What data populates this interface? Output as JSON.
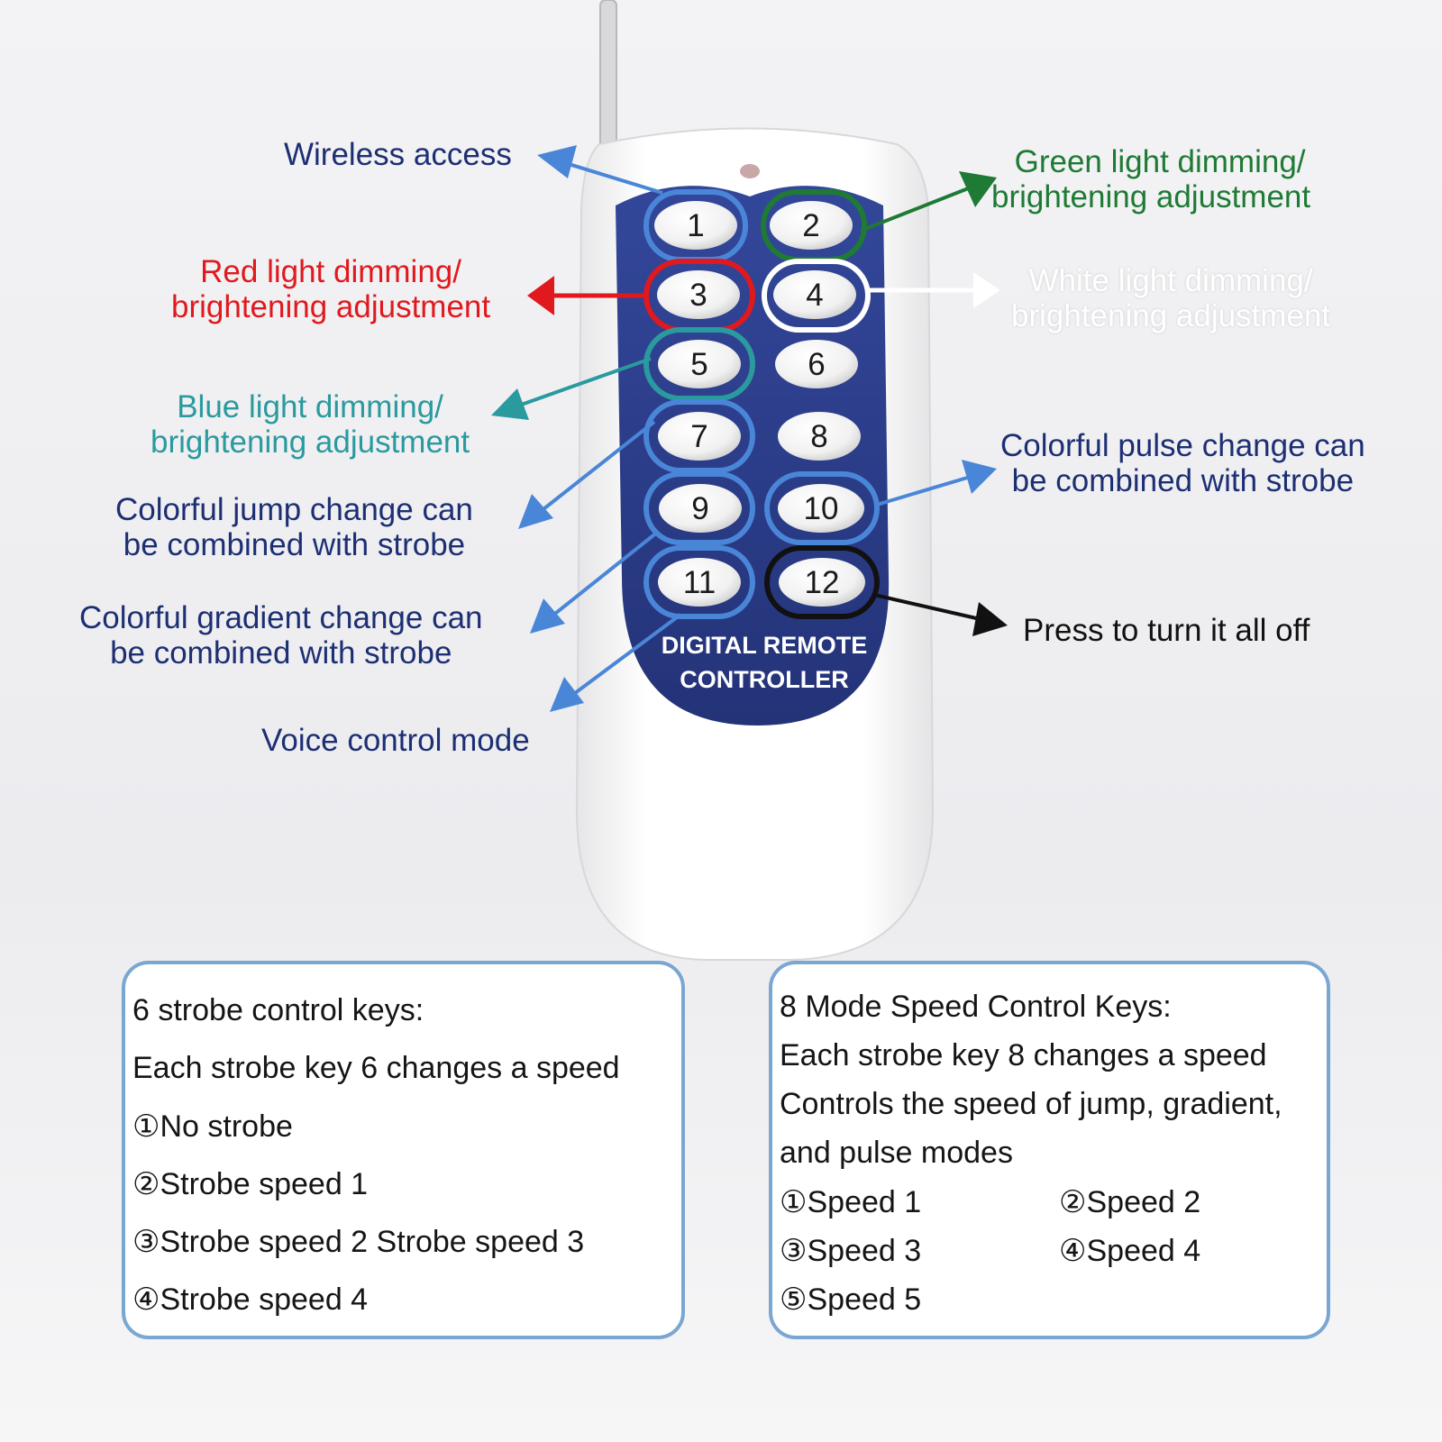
{
  "colors": {
    "navy_text": "#1d2f73",
    "red": "#e0191e",
    "green": "#1e7a34",
    "white": "#ffffff",
    "teal": "#2a9a9e",
    "blue_arrow": "#4a86d8",
    "black": "#111111",
    "remote_panel": "#2d3d8c",
    "box_border": "#7aa6d2"
  },
  "remote": {
    "brand_line1": "DIGITAL REMOTE",
    "brand_line2": "CONTROLLER",
    "keys": [
      "1",
      "2",
      "3",
      "4",
      "5",
      "6",
      "7",
      "8",
      "9",
      "10",
      "11",
      "12"
    ]
  },
  "labels": {
    "wireless_access": "Wireless access",
    "green_line1": "Green light dimming/",
    "green_line2": "brightening adjustment",
    "red_line1": "Red light dimming/",
    "red_line2": "brightening adjustment",
    "white_line1": "White light dimming/",
    "white_line2": "brightening adjustment",
    "blue_line1": "Blue light dimming/",
    "blue_line2": "brightening adjustment",
    "pulse_line1": "Colorful pulse change can",
    "pulse_line2": "be combined with strobe",
    "jump_line1": "Colorful jump change can",
    "jump_line2": "be combined with strobe",
    "gradient_line1": "Colorful gradient change can",
    "gradient_line2": "be combined with strobe",
    "all_off": "Press to turn it all off",
    "voice_mode": "Voice control mode"
  },
  "strobe_box": {
    "title": "6 strobe control keys:",
    "desc": "Each strobe key 6 changes a speed",
    "items": [
      "①No strobe",
      "②Strobe speed 1",
      "③Strobe speed 2 Strobe speed 3",
      "④Strobe speed 4"
    ]
  },
  "mode_box": {
    "title": "8 Mode Speed Control Keys:",
    "desc1": "Each strobe key 8 changes a speed",
    "desc2": "Controls the speed of jump, gradient,",
    "desc3": "and pulse modes",
    "speeds": [
      "①Speed 1",
      "②Speed 2",
      "③Speed 3",
      "④Speed 4",
      "⑤Speed 5"
    ]
  }
}
